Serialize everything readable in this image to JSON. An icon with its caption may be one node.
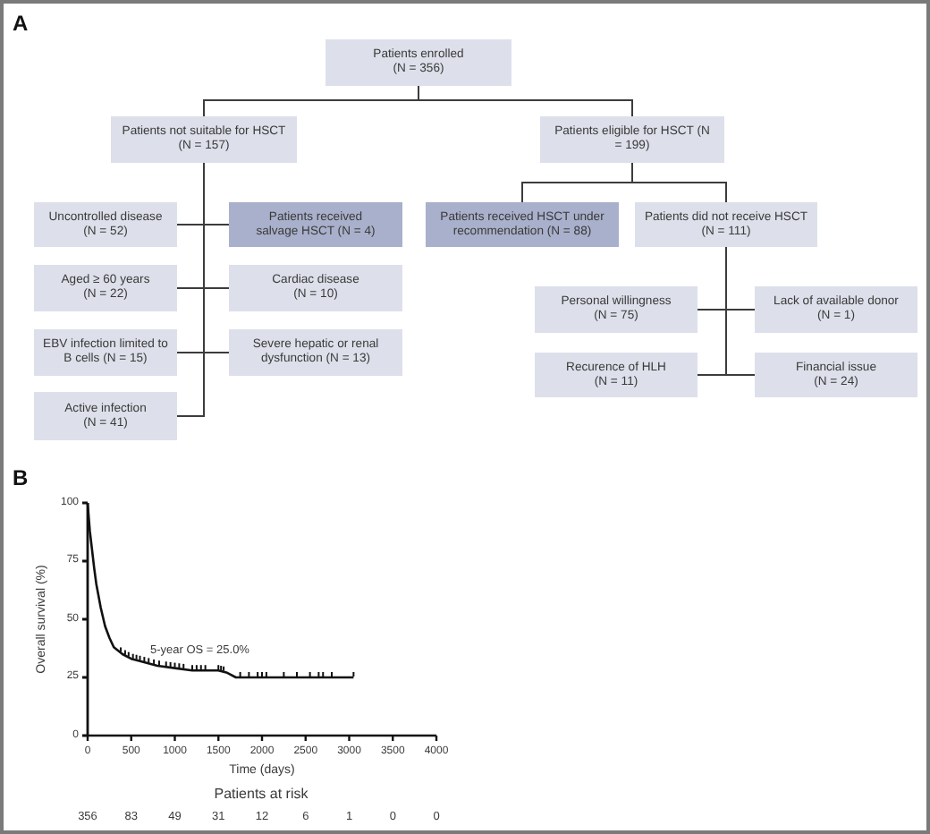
{
  "diagram": {
    "nodes": [
      {
        "text": [
          "Patients enrolled (N = 356)"
        ]
      },
      {
        "text": [
          "Patients not suitable for HSCT (N = 157)"
        ]
      },
      {
        "text": [
          "Patients eligible for HSCT (N = 199)"
        ]
      },
      {
        "text": [
          "Uncontrolled disease (N = 52)"
        ]
      },
      {
        "text": [
          "Patients received salvage HSCT (N = 4)"
        ]
      },
      {
        "text": [
          "Patients received HSCT under recommendation (N = 88)"
        ]
      },
      {
        "text": [
          "Patients did not receive HSCT (N = 111)"
        ]
      },
      {
        "text": [
          "Aged ≥ 60 years (N = 22)"
        ]
      },
      {
        "text": [
          "Cardiac disease (N = 10)"
        ]
      },
      {
        "text": [
          "Personal willingness (N = 75)"
        ]
      },
      {
        "text": [
          "Lack of available donor (N = 1)"
        ]
      },
      {
        "text": [
          "EBV infection limited to B cells (N = 15)"
        ]
      },
      {
        "text": [
          "Severe hepatic or renal dysfunction (N = 13)"
        ]
      },
      {
        "text": [
          "Recurence of HLH (N = 11)"
        ]
      },
      {
        "text": [
          "Financial issue (N = 24)"
        ]
      },
      {
        "text": [
          "Active infection (N = 41)"
        ]
      }
    ],
    "edges": [
      {
        "from": 0,
        "to": 1,
        "arrow": "none"
      },
      {
        "from": 0,
        "to": 2,
        "arrow": "none"
      },
      {
        "from": 1,
        "to": 3,
        "arrow": "none"
      },
      {
        "from": 1,
        "to": 4,
        "arrow": "none"
      },
      {
        "from": 1,
        "to": 7,
        "arrow": "none"
      },
      {
        "from": 1,
        "to": 8,
        "arrow": "none"
      },
      {
        "from": 1,
        "to": 11,
        "arrow": "none"
      },
      {
        "from": 1,
        "to": 12,
        "arrow": "none"
      },
      {
        "from": 1,
        "to": 15,
        "arrow": "none"
      },
      {
        "from": 2,
        "to": 5,
        "arrow": "none"
      },
      {
        "from": 2,
        "to": 6,
        "arrow": "none"
      },
      {
        "from": 6,
        "to": 9,
        "arrow": "none"
      },
      {
        "from": 6,
        "to": 10,
        "arrow": "none"
      },
      {
        "from": 6,
        "to": 13,
        "arrow": "none"
      },
      {
        "from": 6,
        "to": 14,
        "arrow": "none"
      }
    ],
    "labels": [
      "A",
      "B",
      "Patients at risk",
      "356",
      "83",
      "49",
      "31",
      "12",
      "6",
      "1",
      "0",
      "0"
    ],
    "chart_data": {
      "type": "line",
      "xlabel": "Time (days)",
      "ylabel": "Overall survival (%)",
      "x": [
        0,
        25,
        50,
        75,
        100,
        150,
        200,
        250,
        300,
        400,
        500,
        600,
        800,
        1000,
        1200,
        1500,
        1600,
        1700,
        2000,
        2500,
        3000,
        3050
      ],
      "values": [
        100,
        88,
        80,
        72,
        65,
        55,
        47,
        42,
        38,
        35,
        33,
        32,
        30,
        29,
        28,
        28,
        27,
        25,
        25,
        25,
        25,
        25
      ],
      "xlim": [
        0,
        4000
      ],
      "ylim": [
        0,
        100
      ],
      "xticks": [
        0,
        500,
        1000,
        1500,
        2000,
        2500,
        3000,
        3500,
        4000
      ],
      "yticks": [
        0,
        25,
        50,
        75,
        100
      ],
      "annotations": [
        "5-year OS = 25.0%"
      ]
    }
  }
}
